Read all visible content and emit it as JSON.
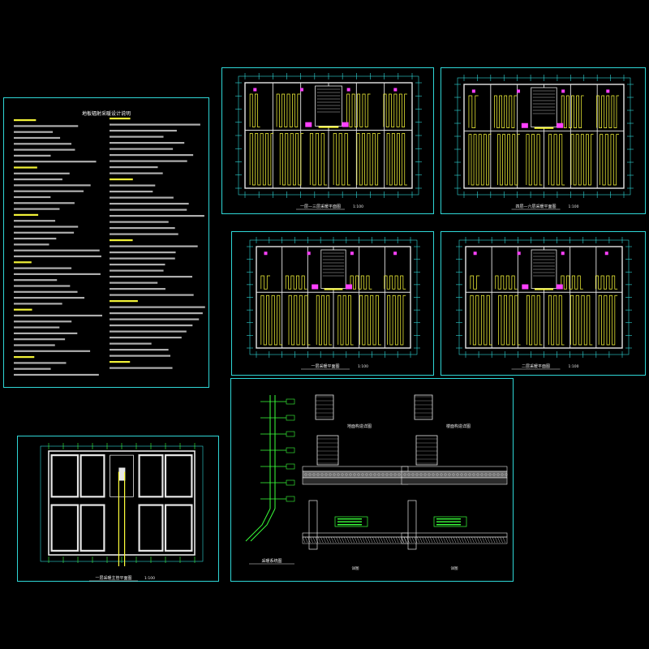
{
  "page": {
    "background": "#000000",
    "sheet_border_color": "#2fd7d7",
    "accent_colors": {
      "pipe_loop": "#ffff3a",
      "wall": "#e6e6e6",
      "dimension": "#2fd7d7",
      "manifold": "#ff40ff",
      "riser": "#3aff3a",
      "concrete": "#6a6a6a",
      "note_heading": "#ffff3a"
    }
  },
  "sheets": {
    "notes": {
      "title": "地板辐射采暖设计说明",
      "body_color": "#e8e8e8"
    },
    "plan_1": {
      "caption": "一层—三层采暖平面图",
      "scale": "1:100"
    },
    "plan_2": {
      "caption": "四层—六层采暖平面图",
      "scale": "1:100"
    },
    "plan_3": {
      "caption": "一层采暖平面图",
      "scale": "1:100"
    },
    "plan_4": {
      "caption": "二层采暖平面图",
      "scale": "1:100"
    },
    "basement": {
      "caption": "一层采暖主管平面图",
      "scale": "1:100"
    },
    "details": {
      "system_caption": "采暖系统图",
      "detail_a_title": "地面构造详图",
      "detail_b_title": "楼面构造详图",
      "sub_caption": "详图"
    }
  }
}
